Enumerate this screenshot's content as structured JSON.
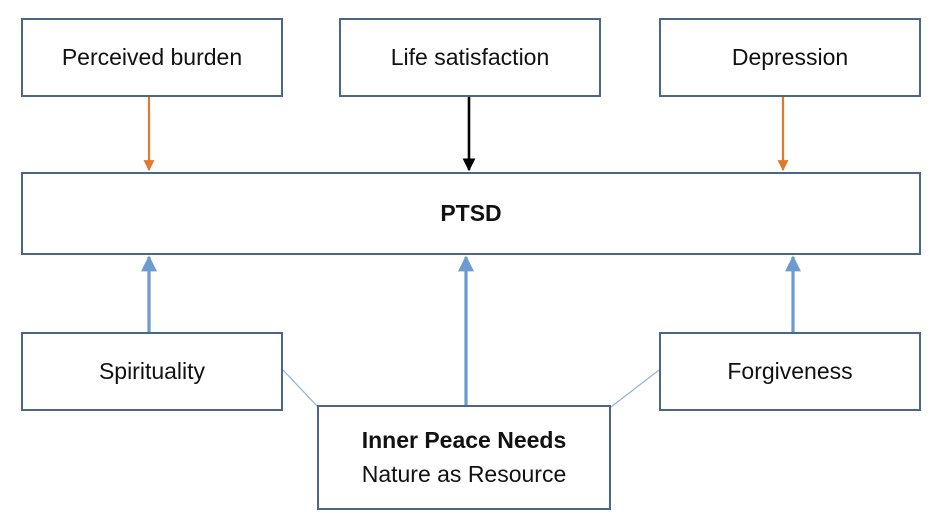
{
  "diagram": {
    "colors": {
      "box_border": "#4a6789",
      "arrow_orange": "#e0782e",
      "arrow_black": "#000000",
      "arrow_blue": "#6b9bd2",
      "connector_line": "#8fb2d8"
    },
    "top_boxes": {
      "perceived_burden": "Perceived burden",
      "life_satisfaction": "Life satisfaction",
      "depression": "Depression"
    },
    "center_box": {
      "label": "PTSD"
    },
    "bottom_boxes": {
      "spirituality": "Spirituality",
      "forgiveness": "Forgiveness",
      "inner_peace": {
        "title": "Inner Peace Needs",
        "subtitle": "Nature as Resource"
      }
    }
  }
}
